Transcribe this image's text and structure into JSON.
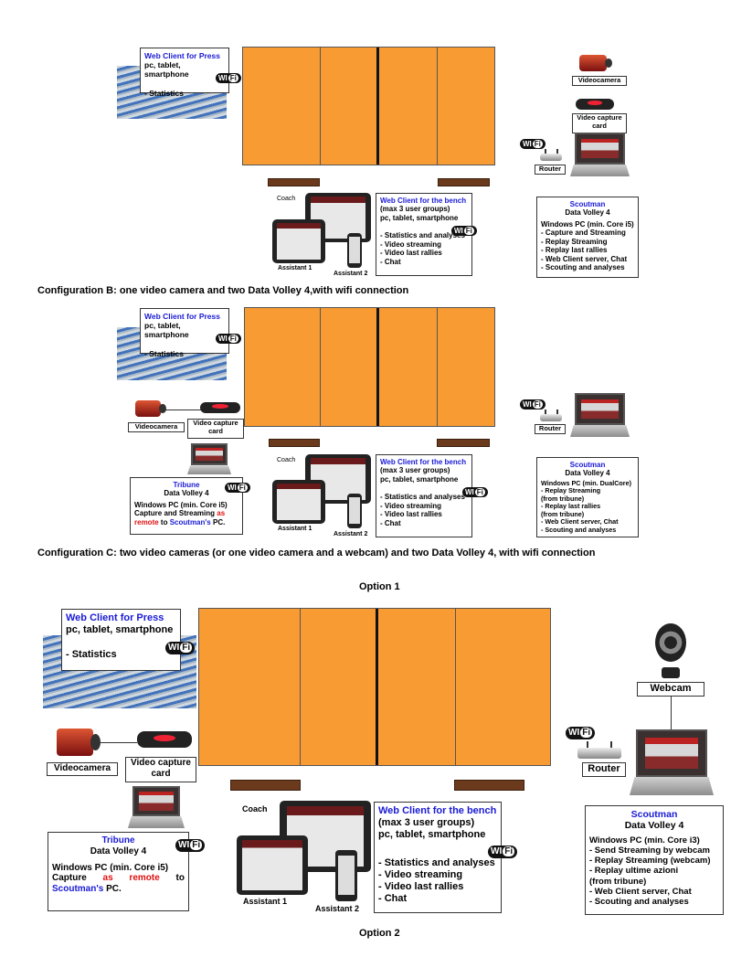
{
  "labels": {
    "web_client_press_title": "Web Client  for Press",
    "web_client_press_devices": "pc, tablet, smartphone",
    "web_client_press_stats": "- Statistics",
    "wifi_w": "WI",
    "wifi_f": "Fi",
    "videocamera": "Videocamera",
    "video_capture_card": "Video capture card",
    "router": "Router",
    "webcam": "Webcam",
    "coach": "Coach",
    "assistant1": "Assistant 1",
    "assistant2": "Assistant 2",
    "bench_title": "Web Client for the bench",
    "bench_groups": "(max 3 user groups)",
    "bench_devices": "pc, tablet, smartphone",
    "bench_items": [
      "- Statistics and analyses",
      "- Video streaming",
      "- Video last rallies",
      "- Chat"
    ],
    "scoutman": "Scoutman",
    "data_volley_4": "Data Volley 4",
    "tribune": "Tribune"
  },
  "section1": {
    "scoutman_items": [
      "Windows PC (min. Core i5)",
      "- Capture and Streaming",
      "- Replay Streaming",
      "- Replay last rallies",
      "- Web Client server, Chat",
      "- Scouting and analyses"
    ]
  },
  "section2": {
    "caption": "Configuration B: one video camera and two Data Volley 4,with wifi connection",
    "tribune_pc": "Windows PC (min. Core i5)",
    "tribune_l2a": "Capture and Streaming",
    "tribune_as": "as",
    "tribune_remote": "remote",
    "tribune_to": "to",
    "tribune_scoutman_pc": "Scoutman's",
    "tribune_pc_end": "PC.",
    "scoutman_items": [
      "Windows PC (min. DualCore)",
      "- Replay Streaming",
      "(from tribune)",
      "- Replay last rallies",
      "(from tribune)",
      "- Web Client server, Chat",
      "- Scouting and analyses"
    ]
  },
  "section3": {
    "caption": "Configuration C: two video cameras (or one video camera and a webcam) and two Data Volley 4, with wifi connection",
    "option1": "Option 1",
    "option2": "Option 2",
    "tribune_pc": "Windows PC (min. Core i5)",
    "tribune_capture": "Capture",
    "tribune_as": "as",
    "tribune_remote": "remote",
    "tribune_to": "to",
    "tribune_scoutman_pc": "Scoutman's",
    "tribune_pc_end": "PC.",
    "scoutman_items": [
      "Windows PC (min. Core i3)",
      "- Send Streaming by webcam",
      "- Replay Streaming (webcam)",
      "- Replay ultime azioni",
      "(from tribune)",
      "- Web Client server, Chat",
      "- Scouting and analyses"
    ]
  },
  "colors": {
    "court": "#f99b33",
    "bench": "#6b3a1c",
    "accent_blue": "#1a1ad6",
    "accent_red": "#e01010"
  }
}
